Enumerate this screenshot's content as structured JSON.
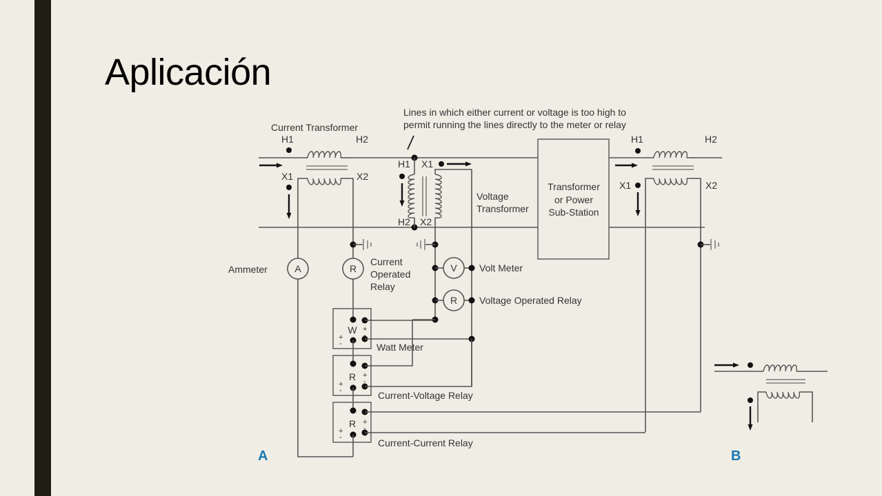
{
  "slide": {
    "title": "Aplicación",
    "accent_bar_color": "#1f1e14",
    "background_color": "#efede4"
  },
  "diagram": {
    "annotation": {
      "line1": "Lines in which either current or voltage is too high to",
      "line2": "permit running the lines directly to the meter or relay"
    },
    "current_transformer": {
      "title": "Current Transformer",
      "h1": "H1",
      "h2": "H2",
      "x1": "X1",
      "x2": "X2"
    },
    "voltage_transformer": {
      "line1": "Voltage",
      "line2": "Transformer",
      "h1": "H1",
      "h2": "H2",
      "x1": "X1",
      "x2": "X2"
    },
    "substation": {
      "line1": "Transformer",
      "line2": "or Power",
      "line3": "Sub-Station"
    },
    "right_ct": {
      "h1": "H1",
      "h2": "H2",
      "x1": "X1",
      "x2": "X2"
    },
    "instruments": {
      "ammeter": {
        "label": "Ammeter",
        "symbol": "A"
      },
      "current_relay": {
        "symbol": "R",
        "line1": "Current",
        "line2": "Operated",
        "line3": "Relay"
      },
      "volt_meter": {
        "symbol": "V",
        "label": "Volt Meter"
      },
      "voltage_relay": {
        "symbol": "R",
        "label": "Voltage Operated Relay"
      },
      "watt_meter": {
        "symbol": "W",
        "label": "Watt Meter"
      },
      "current_voltage_relay": {
        "symbol": "R",
        "label": "Current-Voltage Relay"
      },
      "current_current_relay": {
        "symbol": "R",
        "label": "Current-Current Relay"
      },
      "plus": "+",
      "minus": "-"
    },
    "panel_labels": {
      "a": "A",
      "b": "B"
    },
    "panel_label_color": "#1a78b4"
  }
}
